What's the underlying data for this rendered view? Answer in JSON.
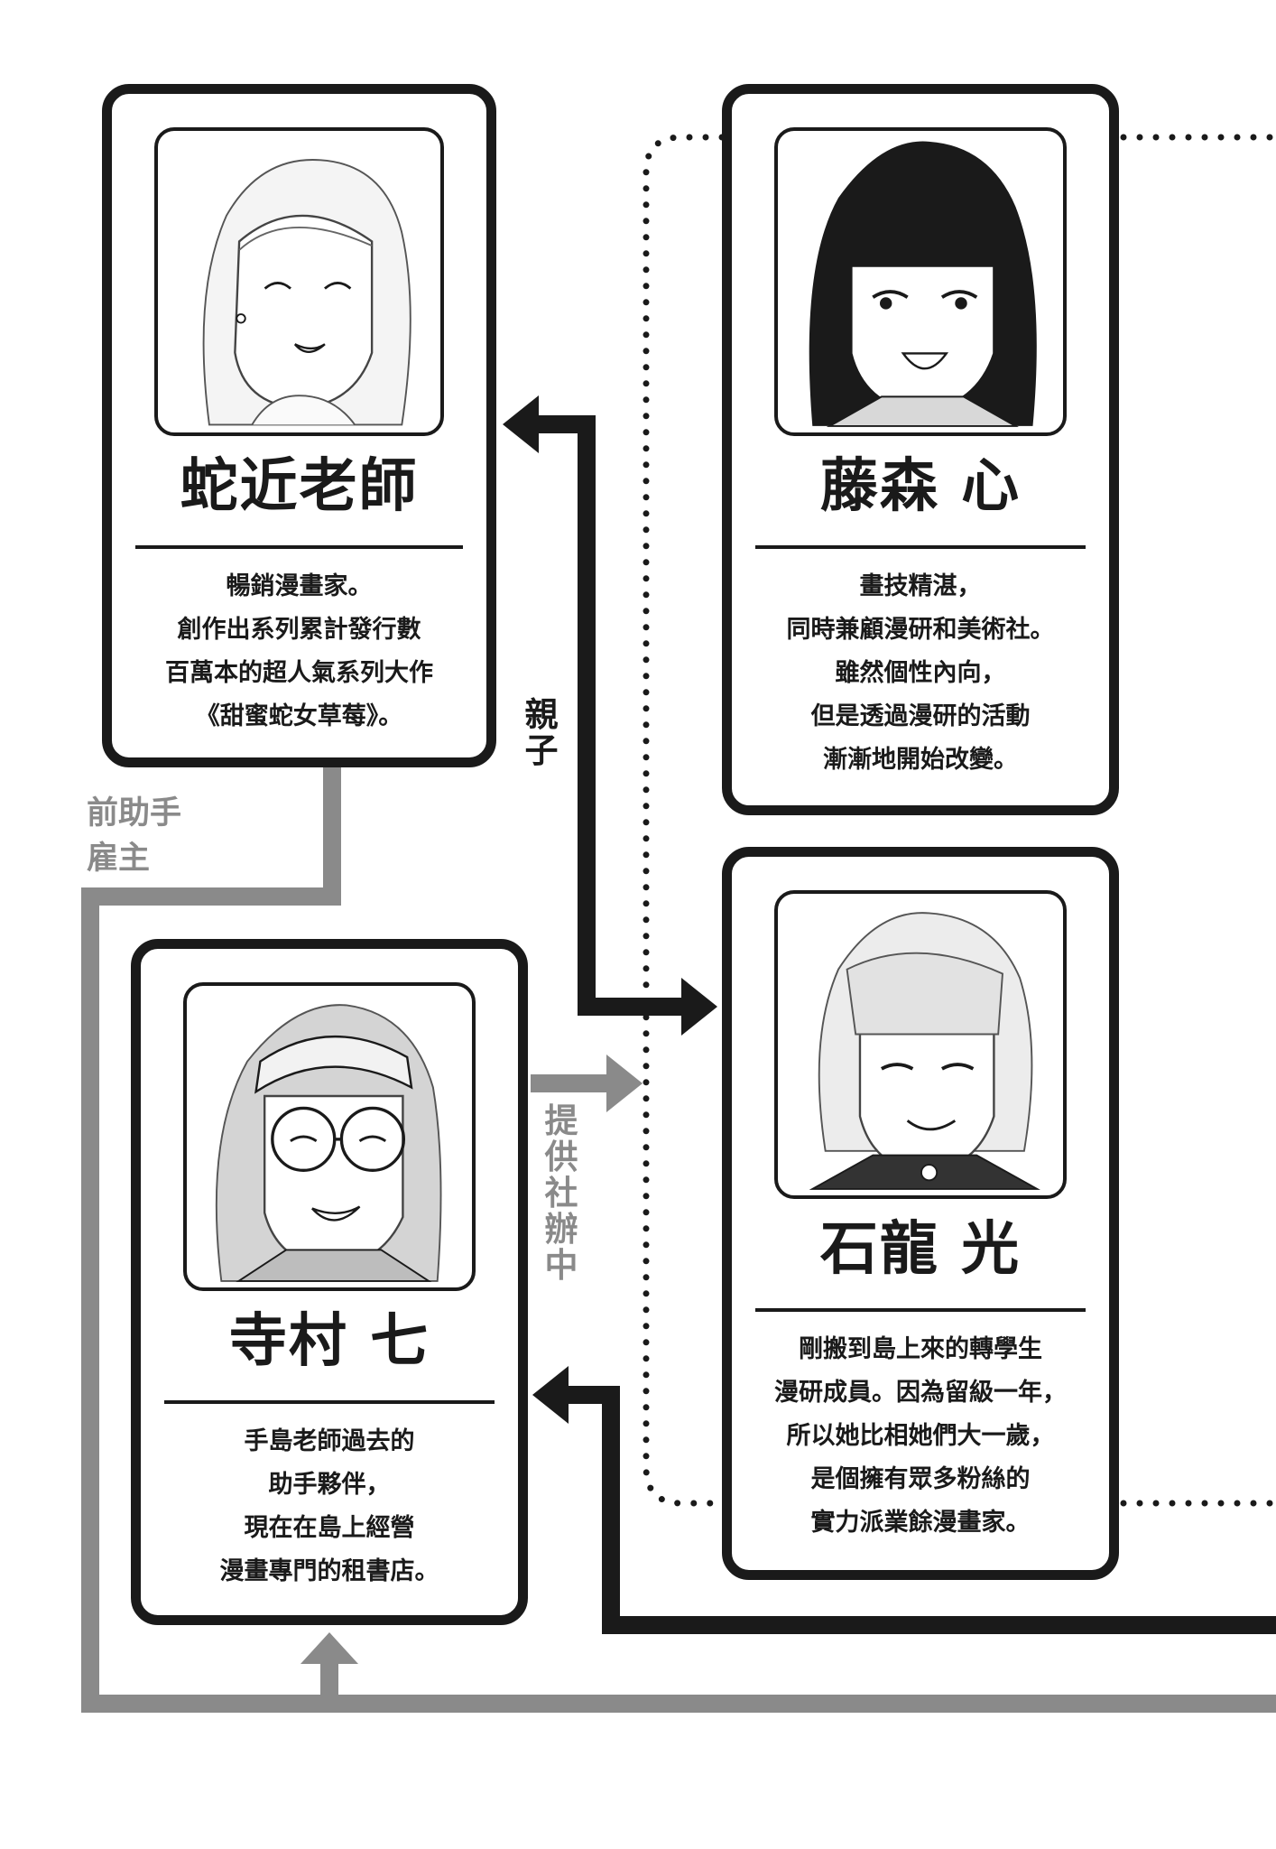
{
  "characters": [
    {
      "id": "hebichika",
      "name": "蛇近老師",
      "description": [
        "暢銷漫畫家。",
        "創作出系列累計發行數",
        "百萬本的超人氣系列大作",
        "《甜蜜蛇女草莓》。"
      ]
    },
    {
      "id": "fujimori",
      "name": "藤森 心",
      "description": [
        "畫技精湛，",
        "同時兼顧漫研和美術社。",
        "雖然個性內向，",
        "但是透過漫研的活動",
        "漸漸地開始改變。"
      ]
    },
    {
      "id": "ishitatsu",
      "name": "石龍 光",
      "description": [
        "剛搬到島上來的轉學生",
        "漫研成員。因為留級一年，",
        "所以她比相她們大一歲，",
        "是個擁有眾多粉絲的",
        "實力派業餘漫畫家。"
      ]
    },
    {
      "id": "teramura",
      "name": "寺村 七",
      "description": [
        "手島老師過去的",
        "助手夥伴，",
        "現在在島上經營",
        "漫畫專門的租書店。"
      ]
    }
  ],
  "relations": {
    "parent_child": [
      "親",
      "子"
    ],
    "provide_club_office": [
      "提",
      "供",
      "社",
      "辦",
      "中"
    ],
    "former_assistant_employer": [
      "前助手",
      "雇主"
    ]
  },
  "colors": {
    "ink": "#1a1a1a",
    "gray_line": "#8a8a8a"
  },
  "icons": [
    "portrait-hebichika",
    "portrait-fujimori",
    "portrait-ishitatsu",
    "portrait-teramura"
  ]
}
